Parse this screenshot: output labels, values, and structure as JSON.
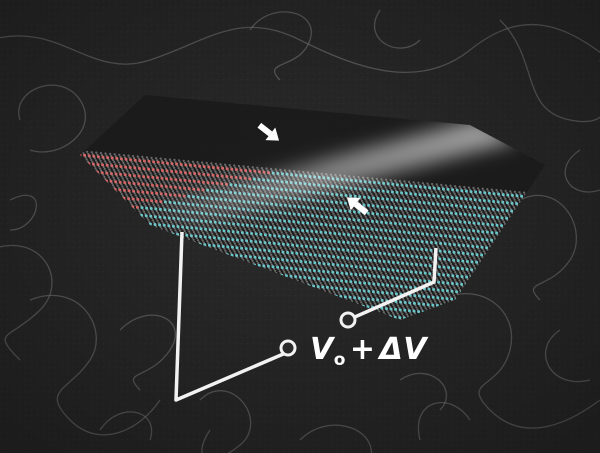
{
  "voltage_label": {
    "symbol": "V",
    "subscript": "o",
    "operator": "+",
    "delta": "ΔV"
  },
  "colors": {
    "background": "#2a2a2a",
    "upper_domain": "#e06b6b",
    "lower_domain": "#6fd0d4",
    "wire": "#f2f2f2",
    "boundary_glow": "#ffffff"
  },
  "icons": [
    "arrow-down-icon",
    "arrow-up-icon",
    "terminal-icon"
  ]
}
